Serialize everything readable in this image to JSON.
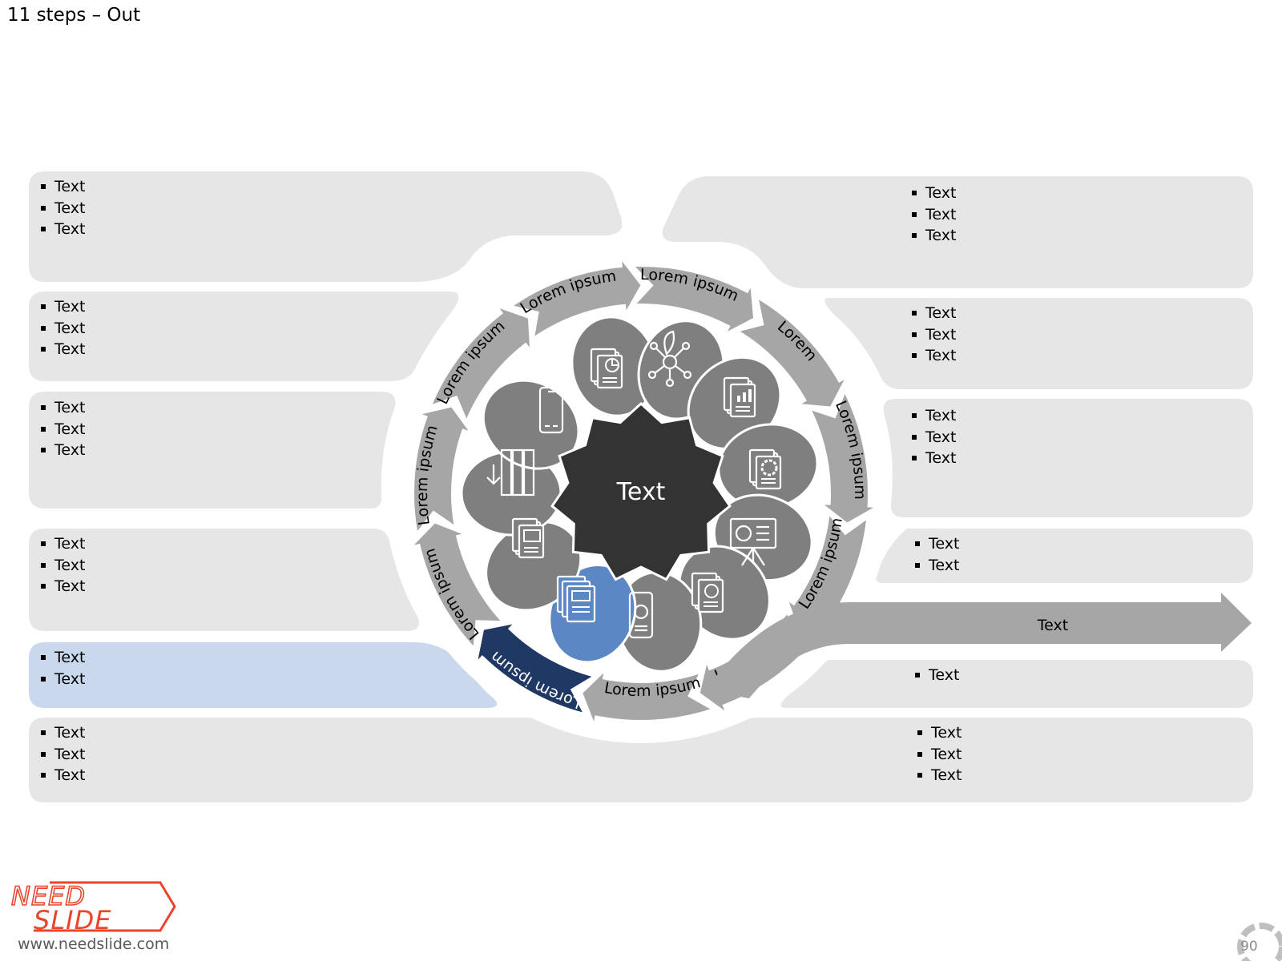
{
  "title": "11 steps – Out",
  "center_label": "Text",
  "arrow_label": "Text",
  "ring_labels": [
    "Lorem ipsum",
    "Lorem ipsum",
    "Lorem ipsum",
    "Lorem ipsum",
    "Lorem",
    "Lorem ipsum",
    "Lorem ipsum",
    "Lorem ipsum",
    "Lorem ipsum",
    "Lorem ipsum",
    "Lorem ipsum"
  ],
  "left_panels": [
    {
      "items": [
        "Text",
        "Text",
        "Text"
      ]
    },
    {
      "items": [
        "Text",
        "Text",
        "Text"
      ]
    },
    {
      "items": [
        "Text",
        "Text",
        "Text"
      ]
    },
    {
      "items": [
        "Text",
        "Text",
        "Text"
      ]
    },
    {
      "items": [
        "Text",
        "Text"
      ]
    },
    {
      "items": [
        "Text",
        "Text",
        "Text"
      ]
    }
  ],
  "right_panels": [
    {
      "items": [
        "Text",
        "Text",
        "Text"
      ]
    },
    {
      "items": [
        "Text",
        "Text",
        "Text"
      ]
    },
    {
      "items": [
        "Text",
        "Text",
        "Text"
      ]
    },
    {
      "items": [
        "Text",
        "Text"
      ]
    },
    {
      "items": [
        "Text"
      ]
    },
    {
      "items": [
        "Text",
        "Text",
        "Text"
      ]
    }
  ],
  "petal_icons": [
    "document-pie-icon",
    "molecule-network-icon",
    "document-bar-chart-icon",
    "document-gear-icon",
    "presentation-board-icon",
    "document-refresh-icon",
    "phone-chart-icon",
    "document-stack-icon",
    "document-image-icon",
    "binders-download-icon",
    "smartphone-icon"
  ],
  "logo": {
    "line1": "NEED",
    "line2": "SLIDE"
  },
  "url": "www.needslide.com",
  "page_number": "90",
  "colors": {
    "panel": "#e6e6e6",
    "panel_active": "#c9d8ec",
    "ring_arrow": "#a6a6a6",
    "ring_arrow_active": "#203864",
    "petal": "#7f7f7f",
    "petal_active": "#5b87c5",
    "center": "#333333",
    "logo": "#e8452c"
  }
}
